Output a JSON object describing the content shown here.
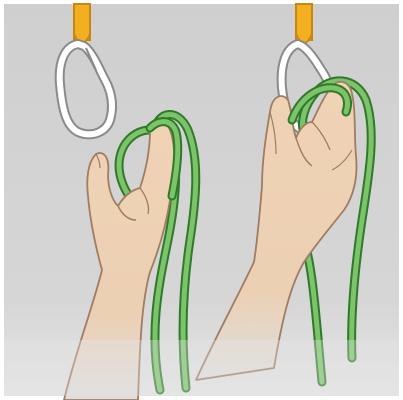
{
  "illustration": {
    "panels": [
      {
        "id": "left",
        "depicts": [
          "sling",
          "carabiner",
          "rope",
          "hand"
        ]
      },
      {
        "id": "right",
        "depicts": [
          "sling",
          "carabiner",
          "rope",
          "hand"
        ]
      }
    ],
    "colors": {
      "background": "#d3d3d3",
      "background_dark": "#bdbdbd",
      "border": "#ffffff",
      "sling": "#f2b021",
      "sling_shadow": "#c98712",
      "carabiner": "#ffffff",
      "carabiner_outline": "#8a8a8a",
      "rope": "#7cc36a",
      "rope_outline": "#2f7a2a",
      "skin": "#f0d3b5",
      "skin_outline": "#a07c63"
    }
  }
}
